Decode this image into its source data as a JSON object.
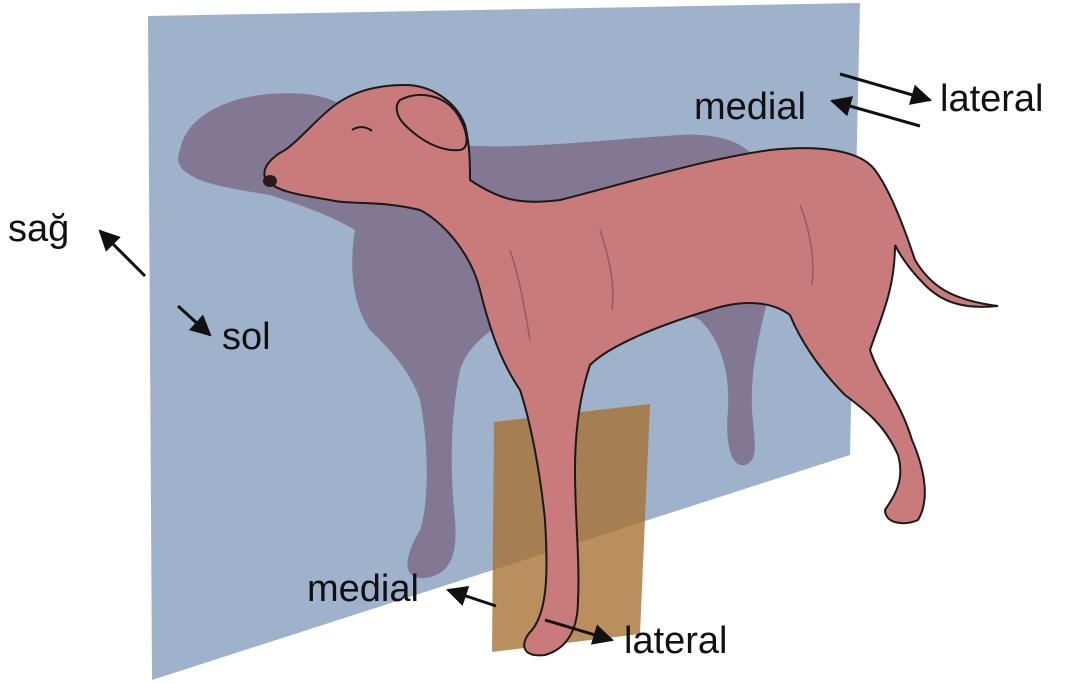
{
  "labels": {
    "sag": "sağ",
    "sol": "sol",
    "medial_top": "medial",
    "lateral_top": "lateral",
    "medial_bottom": "medial",
    "lateral_bottom": "lateral"
  },
  "colors": {
    "median_plane": "#9aaec8",
    "limb_plane": "#a7702f",
    "dog_body": "#c97a7b",
    "dog_shadow": "#7d6d8b",
    "outline": "#1a1a1a",
    "arrow": "#111111"
  },
  "icons": {
    "subject": "dog-illustration",
    "arrows": "double-direction-arrow-icon"
  }
}
